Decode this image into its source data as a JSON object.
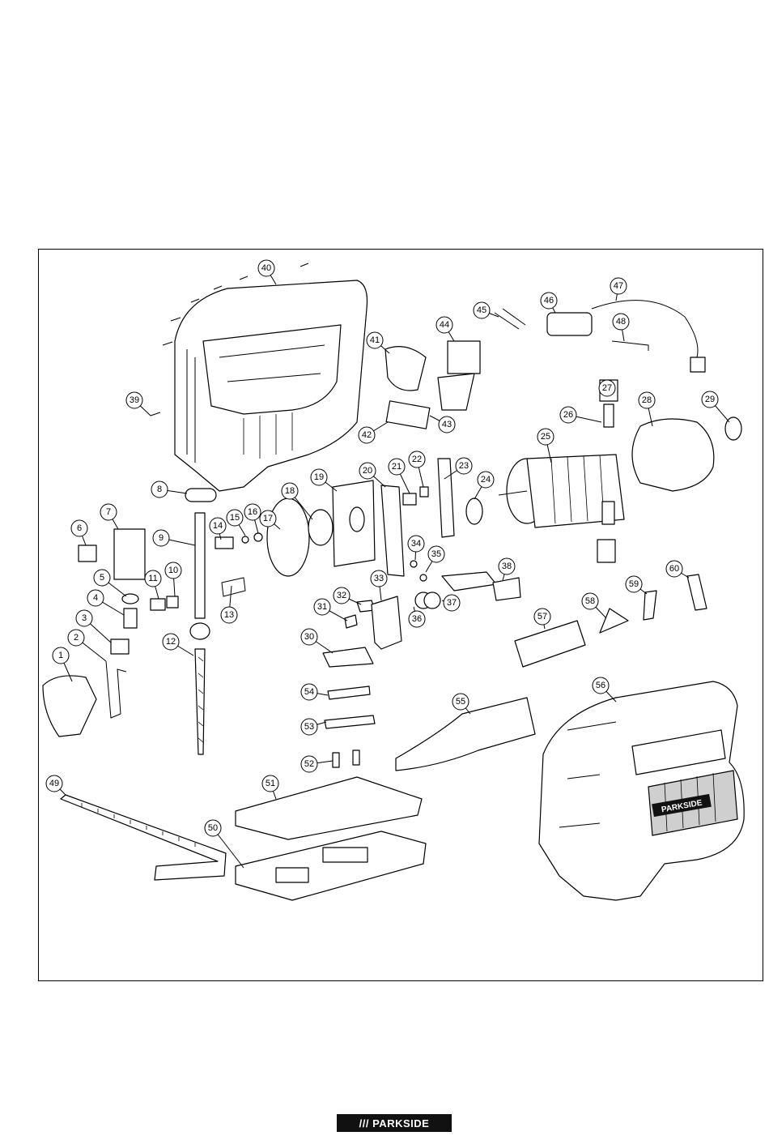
{
  "part_numbers": [
    "1",
    "2",
    "3",
    "4",
    "5",
    "6",
    "7",
    "8",
    "9",
    "10",
    "11",
    "12",
    "13",
    "14",
    "15",
    "16",
    "17",
    "18",
    "19",
    "20",
    "21",
    "22",
    "23",
    "24",
    "25",
    "26",
    "27",
    "28",
    "29",
    "30",
    "31",
    "32",
    "33",
    "34",
    "35",
    "36",
    "37",
    "38",
    "39",
    "40",
    "41",
    "42",
    "43",
    "44",
    "45",
    "46",
    "47",
    "48",
    "49",
    "50",
    "51",
    "52",
    "53",
    "54",
    "55",
    "56",
    "57",
    "58",
    "59",
    "60"
  ],
  "housing_brand": "PARKSIDE",
  "footer_logo": "/// PARKSIDE"
}
